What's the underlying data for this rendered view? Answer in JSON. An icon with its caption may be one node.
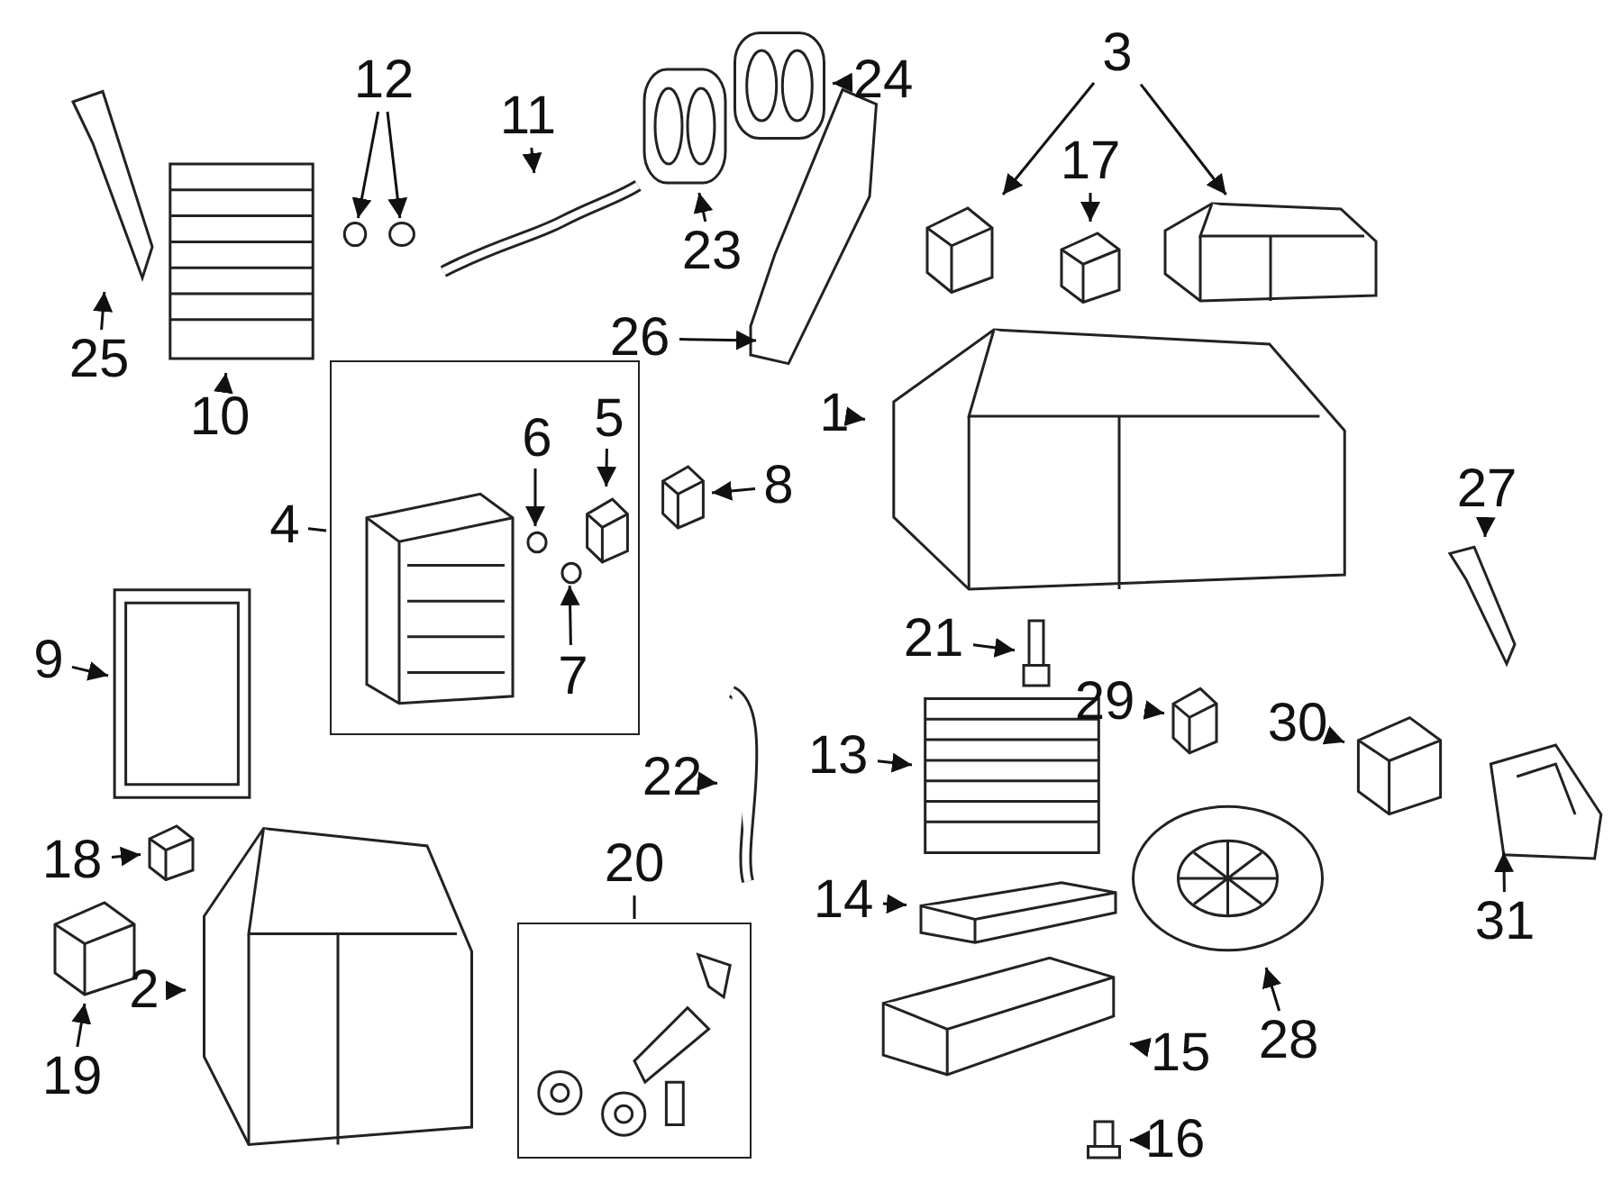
{
  "diagram": {
    "nodes": [
      {
        "text": [
          "25"
        ]
      },
      {
        "text": [],
        "shape": "picture"
      },
      {
        "text": [
          "10"
        ]
      },
      {
        "text": [],
        "shape": "picture"
      },
      {
        "text": [
          "12"
        ]
      },
      {
        "text": [],
        "shape": "circle"
      },
      {
        "text": [],
        "shape": "circle"
      },
      {
        "text": [
          "11"
        ]
      },
      {
        "text": [],
        "shape": "picture"
      },
      {
        "text": [
          "23"
        ]
      },
      {
        "text": [],
        "shape": "picture"
      },
      {
        "text": [
          "24"
        ]
      },
      {
        "text": [],
        "shape": "picture"
      },
      {
        "text": [
          "3"
        ]
      },
      {
        "text": [],
        "shape": "picture"
      },
      {
        "text": [],
        "shape": "picture"
      },
      {
        "text": [
          "17"
        ]
      },
      {
        "text": [],
        "shape": "picture"
      },
      {
        "text": [
          "26"
        ]
      },
      {
        "text": [],
        "shape": "picture"
      },
      {
        "text": [
          "1"
        ]
      },
      {
        "text": [],
        "shape": "picture"
      },
      {
        "text": [
          "4"
        ]
      },
      {
        "text": [],
        "shape": "box"
      },
      {
        "text": [
          "6"
        ],
        "in": 23
      },
      {
        "text": [],
        "shape": "circle",
        "in": 23
      },
      {
        "text": [
          "5"
        ],
        "in": 23
      },
      {
        "text": [],
        "shape": "picture",
        "in": 23
      },
      {
        "text": [
          "7"
        ],
        "in": 23
      },
      {
        "text": [],
        "shape": "circle",
        "in": 23
      },
      {
        "text": [
          "8"
        ]
      },
      {
        "text": [],
        "shape": "picture"
      },
      {
        "text": [
          "27"
        ]
      },
      {
        "text": [],
        "shape": "picture"
      },
      {
        "text": [
          "9"
        ]
      },
      {
        "text": [],
        "shape": "picture"
      },
      {
        "text": [
          "21"
        ]
      },
      {
        "text": [],
        "shape": "picture"
      },
      {
        "text": [
          "29"
        ]
      },
      {
        "text": [],
        "shape": "picture"
      },
      {
        "text": [
          "30"
        ]
      },
      {
        "text": [],
        "shape": "picture"
      },
      {
        "text": [
          "13"
        ]
      },
      {
        "text": [],
        "shape": "picture"
      },
      {
        "text": [
          "22"
        ]
      },
      {
        "text": [],
        "shape": "picture"
      },
      {
        "text": [
          "18"
        ]
      },
      {
        "text": [],
        "shape": "picture"
      },
      {
        "text": [
          "20"
        ]
      },
      {
        "text": [],
        "shape": "box"
      },
      {
        "text": [
          "14"
        ]
      },
      {
        "text": [],
        "shape": "picture"
      },
      {
        "text": [
          "31"
        ]
      },
      {
        "text": [],
        "shape": "picture"
      },
      {
        "text": [
          "19"
        ]
      },
      {
        "text": [],
        "shape": "picture"
      },
      {
        "text": [
          "2"
        ]
      },
      {
        "text": [],
        "shape": "picture"
      },
      {
        "text": [
          "15"
        ]
      },
      {
        "text": [],
        "shape": "picture"
      },
      {
        "text": [
          "28"
        ]
      },
      {
        "text": [],
        "shape": "picture"
      },
      {
        "text": [
          "16"
        ]
      },
      {
        "text": [],
        "shape": "picture"
      }
    ],
    "edges": [
      {
        "from": 0,
        "to": 1,
        "arrow": "to"
      },
      {
        "from": 2,
        "to": 3,
        "arrow": "to"
      },
      {
        "from": 4,
        "to": 5,
        "arrow": "to"
      },
      {
        "from": 4,
        "to": 6,
        "arrow": "to"
      },
      {
        "from": 7,
        "to": 8,
        "arrow": "to"
      },
      {
        "from": 9,
        "to": 10,
        "arrow": "to"
      },
      {
        "from": 11,
        "to": 12,
        "arrow": "to"
      },
      {
        "from": 13,
        "to": 14,
        "arrow": "to"
      },
      {
        "from": 13,
        "to": 15,
        "arrow": "to"
      },
      {
        "from": 16,
        "to": 17,
        "arrow": "to"
      },
      {
        "from": 18,
        "to": 19,
        "arrow": "to"
      },
      {
        "from": 20,
        "to": 21,
        "arrow": "to"
      },
      {
        "from": 22,
        "to": 23,
        "arrow": "none"
      },
      {
        "from": 24,
        "to": 25,
        "arrow": "to"
      },
      {
        "from": 26,
        "to": 27,
        "arrow": "to"
      },
      {
        "from": 28,
        "to": 29,
        "arrow": "to"
      },
      {
        "from": 30,
        "to": 31,
        "arrow": "to"
      },
      {
        "from": 32,
        "to": 33,
        "arrow": "to"
      },
      {
        "from": 34,
        "to": 35,
        "arrow": "to"
      },
      {
        "from": 36,
        "to": 37,
        "arrow": "to"
      },
      {
        "from": 38,
        "to": 39,
        "arrow": "to"
      },
      {
        "from": 40,
        "to": 41,
        "arrow": "to"
      },
      {
        "from": 42,
        "to": 43,
        "arrow": "to"
      },
      {
        "from": 44,
        "to": 45,
        "arrow": "to"
      },
      {
        "from": 46,
        "to": 47,
        "arrow": "to"
      },
      {
        "from": 48,
        "to": 49,
        "arrow": "none"
      },
      {
        "from": 50,
        "to": 51,
        "arrow": "to"
      },
      {
        "from": 52,
        "to": 53,
        "arrow": "to"
      },
      {
        "from": 54,
        "to": 55,
        "arrow": "to"
      },
      {
        "from": 56,
        "to": 57,
        "arrow": "to"
      },
      {
        "from": 58,
        "to": 59,
        "arrow": "to"
      },
      {
        "from": 60,
        "to": 61,
        "arrow": "to"
      },
      {
        "from": 62,
        "to": 63,
        "arrow": "to"
      }
    ]
  }
}
